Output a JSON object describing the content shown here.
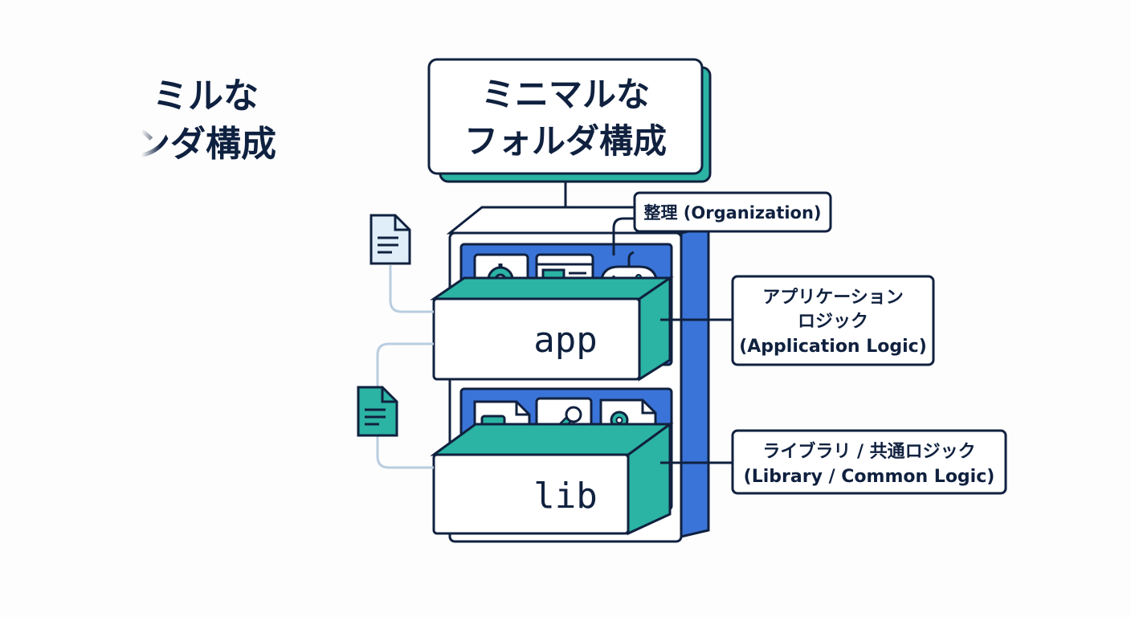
{
  "title": {
    "line1": "ミニマルな",
    "line2": "フォルダ構成",
    "ghost_line1": "ミルな",
    "ghost_line2": "ンダ構成"
  },
  "folders": [
    {
      "id": "app",
      "label": "app"
    },
    {
      "id": "lib",
      "label": "lib"
    }
  ],
  "callouts": {
    "organization": "整理 (Organization)",
    "app_line1": "アプリケーション",
    "app_line2": "ロジック",
    "app_line3": "(Application Logic)",
    "lib_line1": "ライブラリ / 共通ロジック",
    "lib_line2": "(Library / Common Logic)"
  },
  "icons": {
    "app_drawer": [
      "gear-icon",
      "browser-window-icon",
      "gamepad-icon"
    ],
    "lib_drawer": [
      "component-document-icon",
      "wrench-icon",
      "gear-blocks-icon"
    ],
    "side_docs": [
      "document-icon",
      "document-icon"
    ]
  },
  "colors": {
    "navy": "#10213f",
    "teal": "#2bb3a3",
    "blue": "#3a74d8",
    "light_teal": "#dff3ef"
  }
}
